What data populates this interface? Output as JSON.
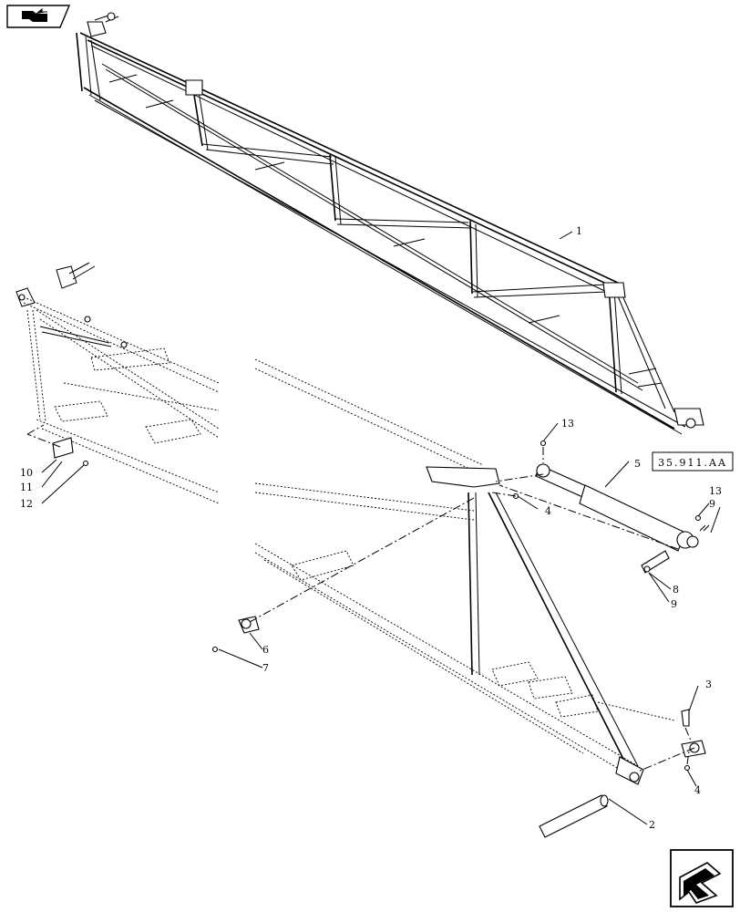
{
  "reference_box": {
    "label": "35.911.AA"
  },
  "callouts": [
    {
      "id": "c1",
      "text": "1"
    },
    {
      "id": "c2",
      "text": "2"
    },
    {
      "id": "c3",
      "text": "3"
    },
    {
      "id": "c4a",
      "text": "4"
    },
    {
      "id": "c4b",
      "text": "4"
    },
    {
      "id": "c5",
      "text": "5"
    },
    {
      "id": "c6",
      "text": "6"
    },
    {
      "id": "c7",
      "text": "7"
    },
    {
      "id": "c8",
      "text": "8"
    },
    {
      "id": "c9a",
      "text": "9"
    },
    {
      "id": "c9b",
      "text": "9"
    },
    {
      "id": "c10",
      "text": "10"
    },
    {
      "id": "c11",
      "text": "11"
    },
    {
      "id": "c12",
      "text": "12"
    },
    {
      "id": "c13a",
      "text": "13"
    },
    {
      "id": "c13b",
      "text": "13"
    }
  ],
  "icons": {
    "top_left": "page-back-arrow-icon",
    "bottom_right": "next-page-arrow-icon"
  }
}
